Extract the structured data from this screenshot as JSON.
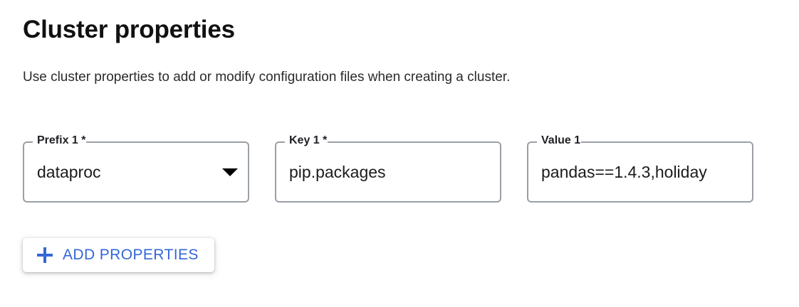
{
  "section": {
    "title": "Cluster properties",
    "description": "Use cluster properties to add or modify configuration files when creating a cluster."
  },
  "fields": [
    {
      "name": "prefix",
      "label": "Prefix 1 *",
      "value": "dataproc",
      "placeholder": "",
      "control": "select",
      "icon": "caret-down-icon"
    },
    {
      "name": "key",
      "label": "Key 1 *",
      "value": "pip.packages",
      "placeholder": "",
      "control": "text"
    },
    {
      "name": "value",
      "label": "Value 1",
      "value": "pandas==1.4.3,holiday",
      "placeholder": "",
      "control": "text"
    }
  ],
  "add_button": {
    "label": "ADD PROPERTIES",
    "icon": "plus-icon"
  },
  "colors": {
    "accent_blue": "#3367d6",
    "outline_grey": "#9aa0a6",
    "text_primary": "#111111",
    "text_secondary": "#2b2b2b",
    "background": "#ffffff"
  }
}
